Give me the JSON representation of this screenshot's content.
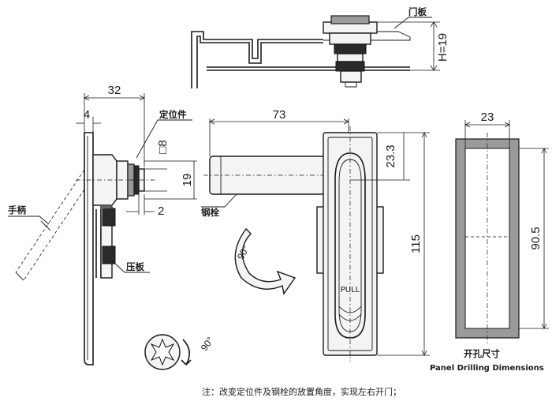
{
  "labels": {
    "door_panel": "门板",
    "positioning_piece": "定位件",
    "handle": "手柄",
    "pressure_plate": "压板",
    "steel_bolt": "钢栓",
    "pull": "PULL",
    "drilling_cn": "开孔尺寸",
    "drilling_en": "Panel Drilling Dimensions",
    "rotation_90": "90°",
    "note": "注：改变定位件及钢栓的放置角度，实现左右开门；"
  },
  "dimensions": {
    "h19": "H=19",
    "w32": "32",
    "w4": "4",
    "sq8": "□8",
    "d19": "19",
    "d2": "2",
    "w73": "73",
    "h23_3": "23.3",
    "h115": "115",
    "w23": "23",
    "h90_5": "90.5"
  },
  "colors": {
    "line": "#1a1a1a",
    "fill_grey": "#9a9a9a",
    "background": "#ffffff"
  }
}
